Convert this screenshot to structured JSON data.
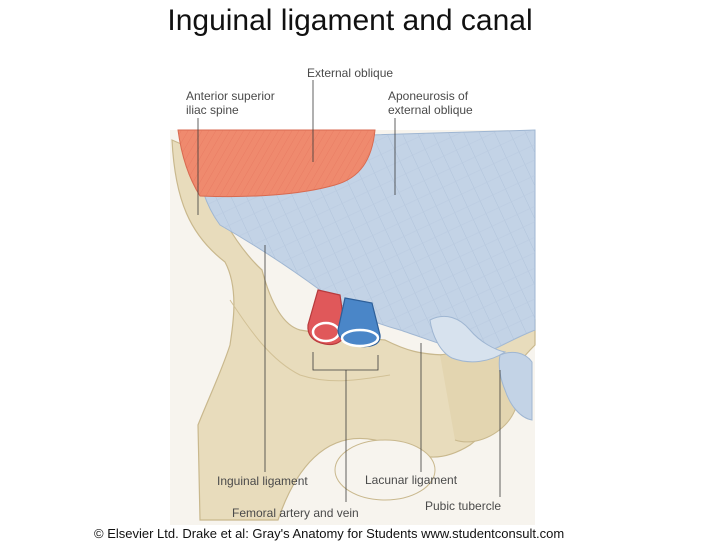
{
  "slide": {
    "title": "Inguinal ligament and canal"
  },
  "figure": {
    "labels": {
      "external_oblique": "External oblique",
      "asis_line1": "Anterior superior",
      "asis_line2": "iliac spine",
      "aponeurosis_line1": "Aponeurosis of",
      "aponeurosis_line2": "external oblique",
      "inguinal_ligament": "Inguinal ligament",
      "lacunar_ligament": "Lacunar ligament",
      "femoral_vessels": "Femoral artery and vein",
      "pubic_tubercle": "Pubic tubercle"
    },
    "colors": {
      "muscle": "#ef8a6e",
      "aponeurosis": "#c3d3e6",
      "bone": "#e8dcbc",
      "artery": "#e0585a",
      "vein": "#4a86c8"
    }
  },
  "credit": "© Elsevier Ltd. Drake et al: Gray's Anatomy for Students www.studentconsult.com"
}
